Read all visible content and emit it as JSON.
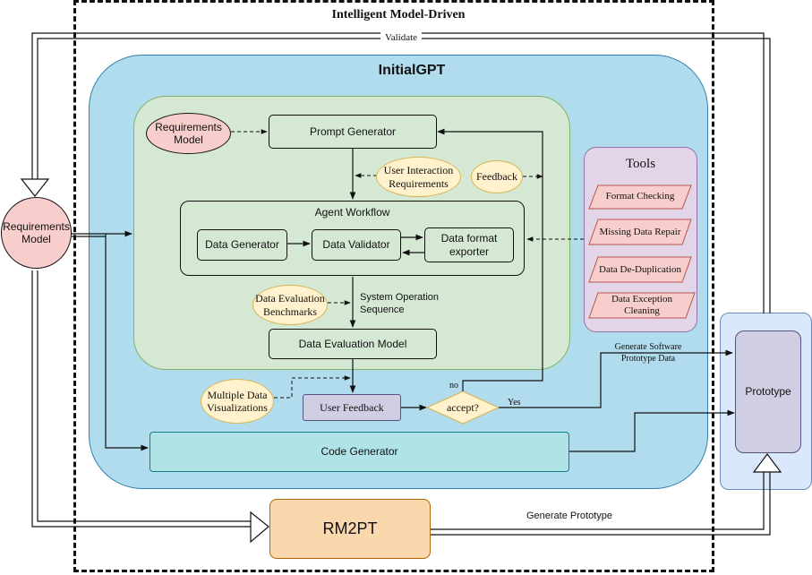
{
  "header": {
    "title": "Intelligent Model-Driven"
  },
  "loop": {
    "validate_label": "Validate"
  },
  "initialgpt": {
    "title": "InitialGPT"
  },
  "requirements_model": {
    "label": "Requirements Model"
  },
  "inner_requirements_model": {
    "label": "Requirements Model"
  },
  "prompt_generator": {
    "label": "Prompt Generator"
  },
  "user_interaction": {
    "label": "User Interaction Requirements"
  },
  "feedback": {
    "label": "Feedback"
  },
  "agent_workflow": {
    "title": "Agent Workflow",
    "data_generator": "Data Generator",
    "data_validator": "Data Validator",
    "data_format_exporter": "Data format exporter"
  },
  "benchmarks": {
    "label": "Data Evaluation Benchmarks"
  },
  "system_operation": {
    "label": "System Operation Sequence"
  },
  "evaluation_model": {
    "label": "Data Evaluation Model"
  },
  "visualizations": {
    "label": "Multiple Data Visualizations"
  },
  "user_feedback": {
    "label": "User Feedback"
  },
  "decision": {
    "label": "accept?",
    "no_label": "no",
    "yes_label": "Yes"
  },
  "code_generator": {
    "label": "Code Generator"
  },
  "rm2pt": {
    "label": "RM2PT",
    "output_label": "Generate Prototype"
  },
  "tools": {
    "title": "Tools",
    "items": [
      "Format Checking",
      "Missing Data Repair",
      "Data De-Duplication",
      "Data Exception Cleaning"
    ]
  },
  "prototype": {
    "label": "Prototype",
    "software_data_label": "Generate Software Prototype Data"
  },
  "colors": {
    "initialgpt_fill": "#b1dcee",
    "workflow_fill": "#d5e8d4",
    "annotation_fill": "#fff2cc",
    "requirements_fill": "#f8cecc",
    "tools_fill": "#e1d5e7",
    "prototype_fill": "#dae8fc",
    "code_generator_fill": "#b0e3e6",
    "rm2pt_fill": "#fad7ac"
  }
}
